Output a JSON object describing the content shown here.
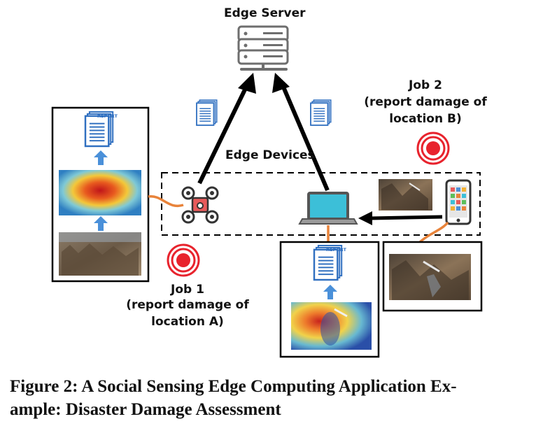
{
  "diagram": {
    "server_label": "Edge Server",
    "devices_label": "Edge Devices",
    "report_label": "REPORT",
    "job1": {
      "title": "Job 1",
      "line2": "(report damage of",
      "line3": "location A)"
    },
    "job2": {
      "title": "Job 2",
      "line2": "(report damage of",
      "line3": "location B)"
    },
    "colors": {
      "arrow": "#000000",
      "report_blue": "#2f6fc0",
      "up_arrow_blue": "#4a90d9",
      "target_red": "#e8232d",
      "connector_orange": "#e8833a",
      "drone_red": "#e85a5a",
      "server_gray": "#6e6e6e",
      "laptop_screen": "#3cbfd8"
    },
    "icons": [
      "server-icon",
      "report-icon",
      "drone-icon",
      "laptop-icon",
      "phone-icon",
      "target-icon",
      "heatmap-image",
      "rubble-photo"
    ]
  },
  "caption": {
    "line1": "Figure 2: A Social Sensing Edge Computing Application Ex-",
    "line2": "ample: Disaster Damage Assessment"
  }
}
